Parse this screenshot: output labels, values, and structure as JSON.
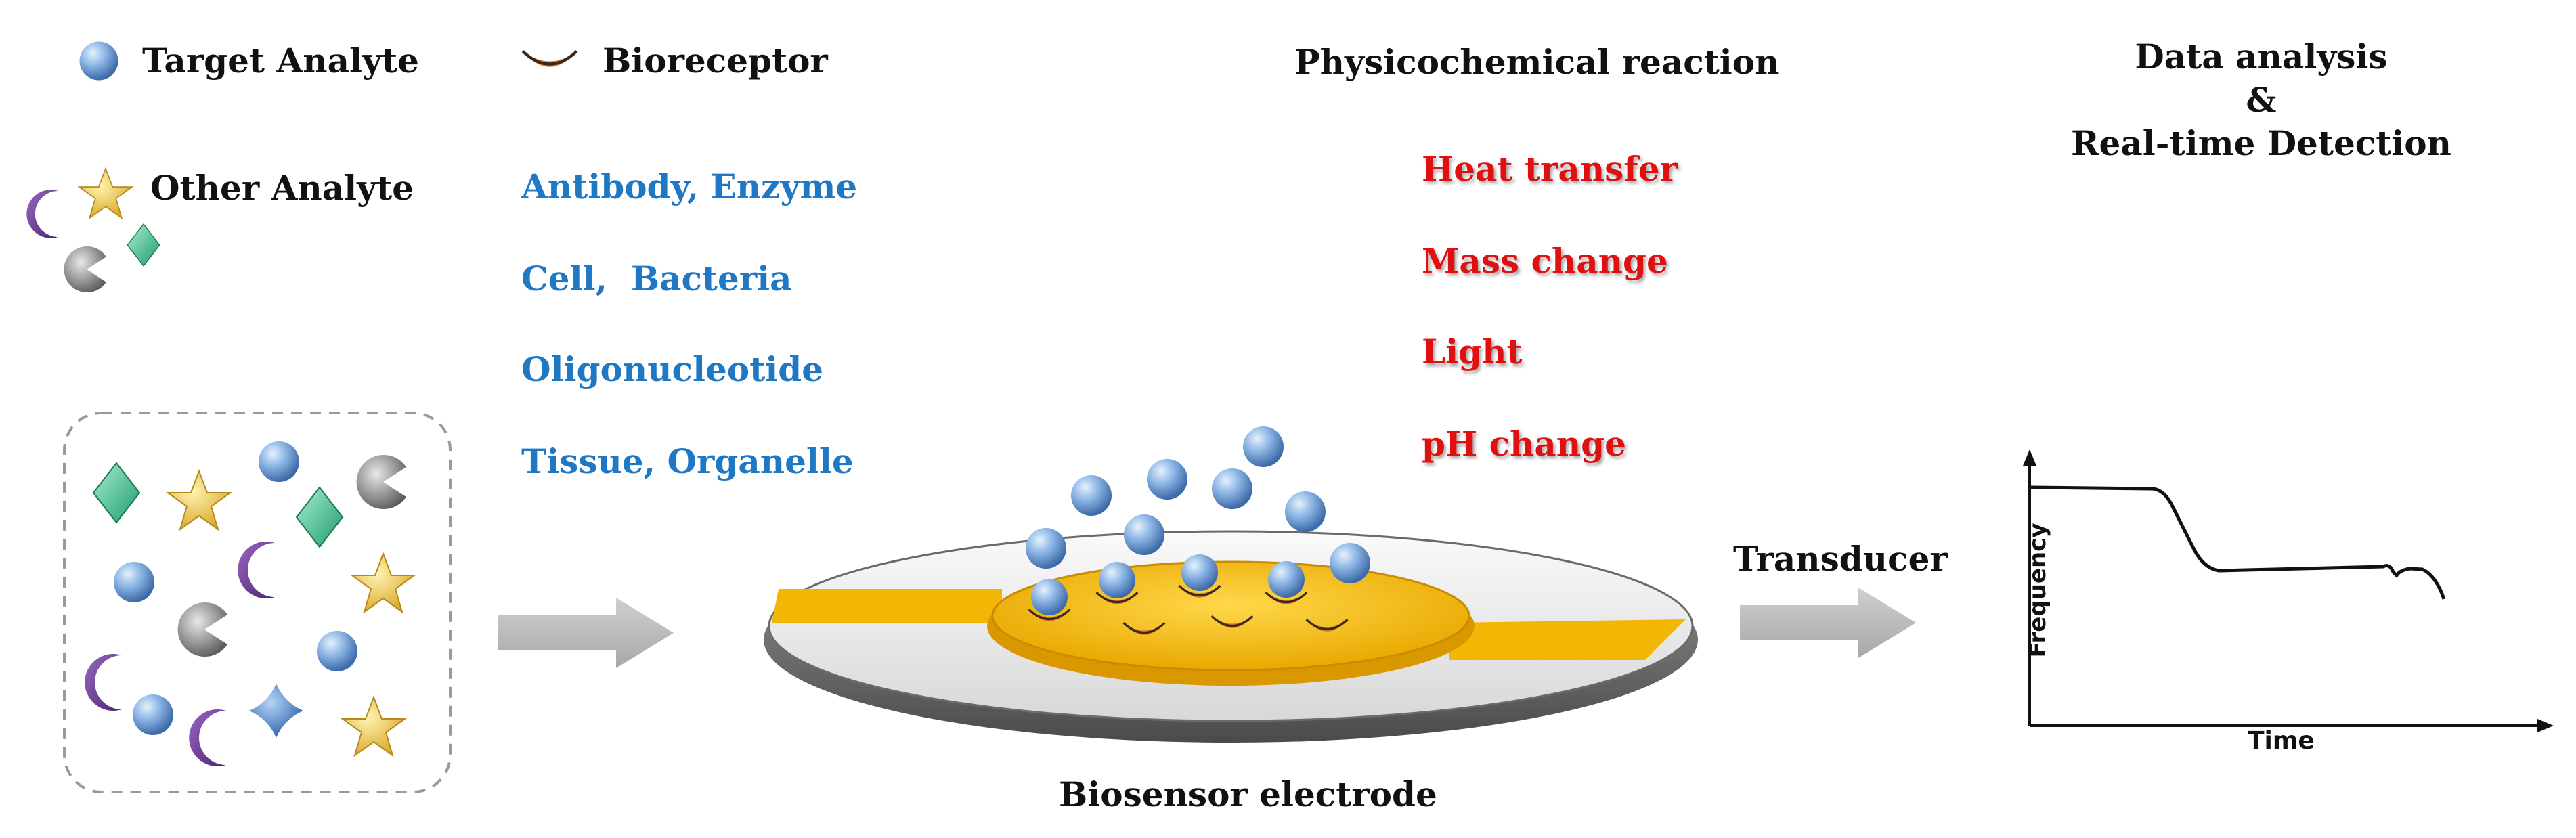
{
  "legend": {
    "target_analyte": "Target Analyte",
    "bioreceptor": "Bioreceptor",
    "other_analyte": "Other Analyte"
  },
  "bioreceptor_types": [
    "Antibody, Enzyme",
    "Cell,  Bacteria",
    "Oligonucleotide",
    "Tissue, Organelle"
  ],
  "reaction": {
    "title": "Physicochemical reaction",
    "items": [
      "Heat transfer",
      "Mass change",
      "Light",
      "pH change"
    ]
  },
  "output": {
    "title_line1": "Data analysis",
    "title_line2": "&",
    "title_line3": "Real-time Detection"
  },
  "electrode_label": "Biosensor electrode",
  "transducer_label": "Transducer",
  "graph": {
    "ylabel": "Frequency",
    "xlabel": "Time"
  },
  "colors": {
    "target": "#6f9fd8",
    "bioreceptor": "#e07a2a",
    "gold": "#f2b705",
    "crescent": "#6a3a8c",
    "diamond": "#3fbf8f",
    "star": "#e8c34a",
    "pacman": "#8a8a8a",
    "arrow": "#b5b5b5",
    "blue_text": "#1f78c4",
    "red_text": "#e01010"
  }
}
